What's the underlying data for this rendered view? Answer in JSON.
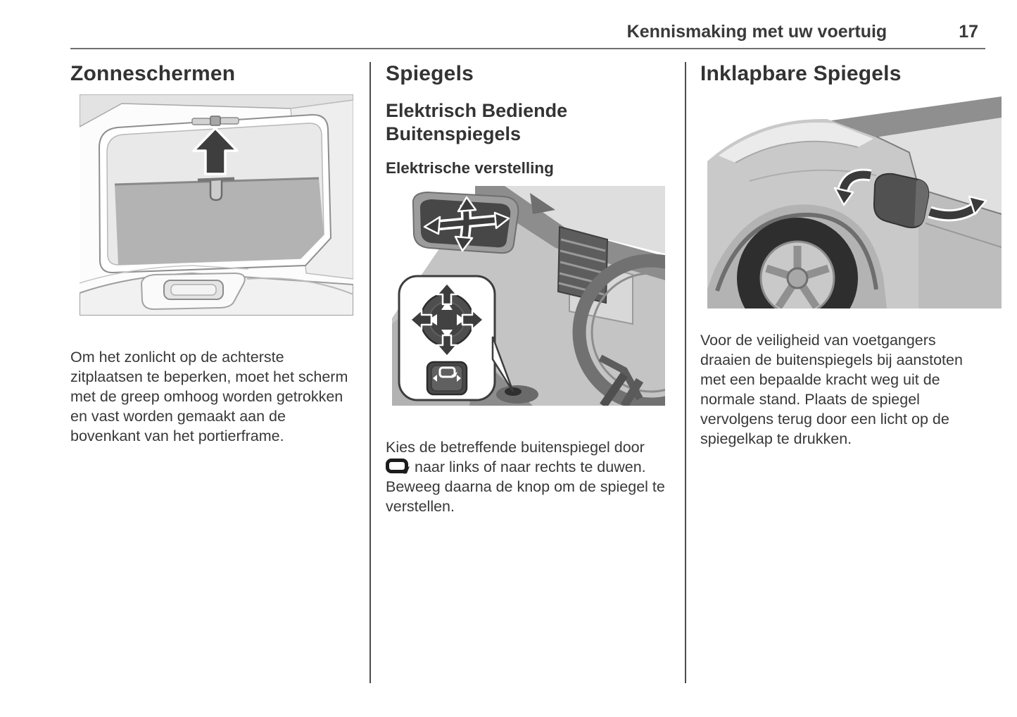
{
  "header": {
    "title": "Kennismaking met uw voertuig",
    "page_number": "17"
  },
  "columns": {
    "left": {
      "heading": "Zonneschermen",
      "body": "Om het zonlicht op de achterste zitplaatsen te beperken, moet het scherm met de greep omhoog worden getrokken en vast worden gemaakt aan de bovenkant van het portierframe.",
      "illustration": "rear-door-sunshade-illustration"
    },
    "middle": {
      "heading": "Spiegels",
      "subheading": "Elektrisch Bediende Buitenspiegels",
      "sub_subheading": "Elektrische verstelling",
      "body_before_icon": "Kies de betreffende buitenspiegel door",
      "inline_icon": "exterior-mirror-icon",
      "body_after_icon": "naar links of naar rechts te duwen. Beweeg daarna de knop om de spiegel te verstellen.",
      "illustration": "mirror-adjustment-control-illustration"
    },
    "right": {
      "heading": "Inklapbare Spiegels",
      "body": "Voor de veiligheid van voetgangers draaien de buitenspiegels bij aanstoten met een bepaalde kracht weg uit de normale stand. Plaats de spiegel vervolgens terug door een licht op de spiegelkap te drukken.",
      "illustration": "folding-mirror-illustration"
    }
  },
  "colors": {
    "background": "#ffffff",
    "text": "#333333",
    "header_rule": "#6f6f6f",
    "column_divider": "#4c4c4c",
    "illustration_dark": "#3e3e3e",
    "illustration_mid_gray": "#b3b3b3",
    "illustration_light_gray": "#e9e9e9"
  }
}
